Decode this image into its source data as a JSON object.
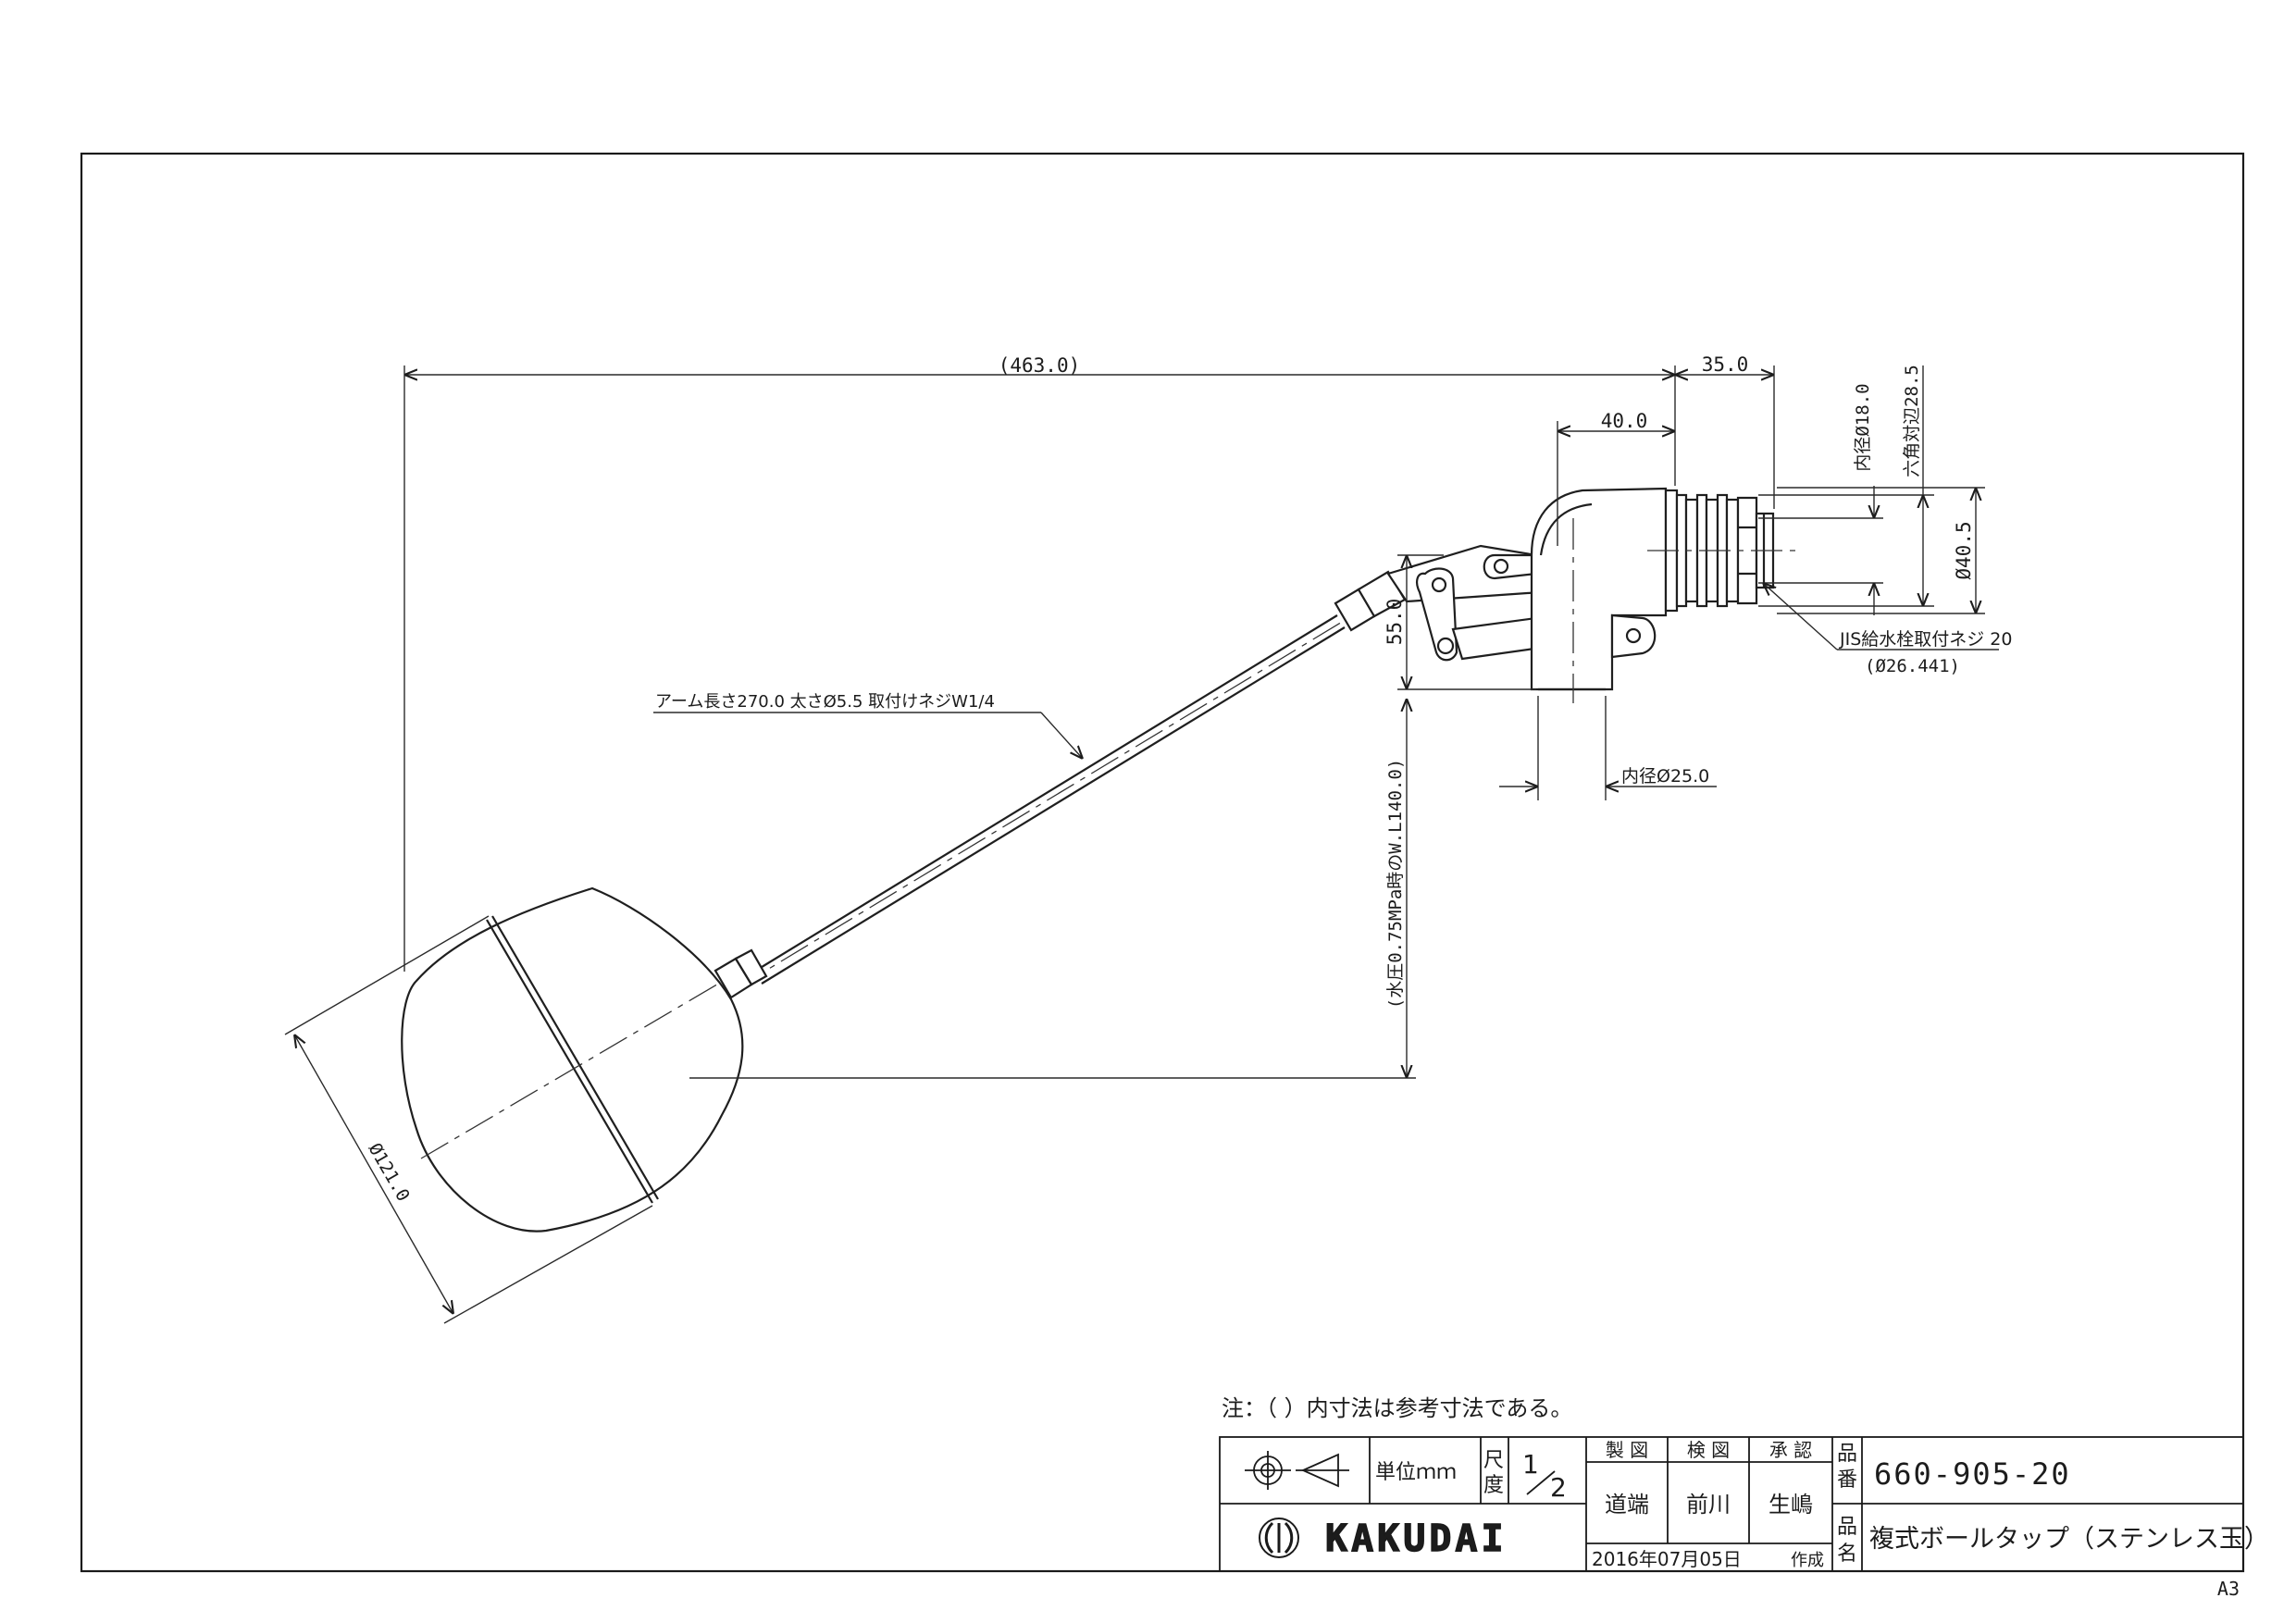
{
  "dimensions": {
    "overall_length": "(463.0)",
    "d35": "35.0",
    "d40": "40.0",
    "d55": "55.0",
    "d140": "(水圧0.75MPa時のW.L140.0)",
    "inner_18": "内径Ø18.0",
    "hex_28": "六角対辺28.5",
    "dia_40_5": "Ø40.5",
    "jis_thread": "JIS給水栓取付ネジ 20",
    "jis_thread_dia": "(Ø26.441)",
    "inner_25": "内径Ø25.0",
    "arm_spec": "アーム長さ270.0 太さØ5.5 取付けネジW1/4",
    "ball_dia": "Ø121.0"
  },
  "note": "注：（ ）内寸法は参考寸法である。",
  "title_block": {
    "unit_label": "単位ｍｍ",
    "scale_label_1": "尺",
    "scale_label_2": "度",
    "scale_num": "1",
    "scale_den": "2",
    "col_drawn": "製 図",
    "col_checked": "検 図",
    "col_approved": "承 認",
    "name_drawn": "道端",
    "name_checked": "前川",
    "name_approved": "生嶋",
    "part_no_label_1": "品",
    "part_no_label_2": "番",
    "part_name_label_1": "品",
    "part_name_label_2": "名",
    "part_no": "660-905-20",
    "part_name": "複式ボールタップ（ステンレス玉）",
    "date": "2016年07月05日",
    "created": "作成",
    "company": "KAKUDAI"
  },
  "sheet_size": "A3"
}
